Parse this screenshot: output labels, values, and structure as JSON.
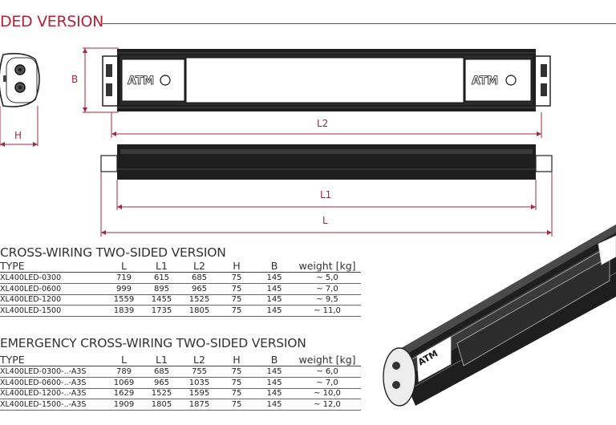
{
  "header": {
    "title": "DED VERSION"
  },
  "dimensions": {
    "B": "B",
    "H": "H",
    "L2": "L2",
    "L1": "L1",
    "L": "L"
  },
  "brand": {
    "logo_text": "ATM"
  },
  "table1": {
    "title": "CROSS-WIRING TWO-SIDED VERSION",
    "columns": [
      "TYPE",
      "L",
      "L1",
      "L2",
      "H",
      "B",
      "weight [kg]"
    ],
    "rows": [
      [
        "XL400LED-0300",
        "719",
        "615",
        "685",
        "75",
        "145",
        "~ 5,0"
      ],
      [
        "XL400LED-0600",
        "999",
        "895",
        "965",
        "75",
        "145",
        "~ 7,0"
      ],
      [
        "XL400LED-1200",
        "1559",
        "1455",
        "1525",
        "75",
        "145",
        "~ 9,5"
      ],
      [
        "XL400LED-1500",
        "1839",
        "1735",
        "1805",
        "75",
        "145",
        "~ 11,0"
      ]
    ]
  },
  "table2": {
    "title": "EMERGENCY CROSS-WIRING TWO-SIDED VERSION",
    "columns": [
      "TYPE",
      "L",
      "L1",
      "L2",
      "H",
      "B",
      "weight [kg]"
    ],
    "rows": [
      [
        "XL400LED-0300-..-A3S",
        "789",
        "685",
        "755",
        "75",
        "145",
        "~ 6,0"
      ],
      [
        "XL400LED-0600-..-A3S",
        "1069",
        "965",
        "1035",
        "75",
        "145",
        "~ 7,0"
      ],
      [
        "XL400LED-1200-..-A3S",
        "1629",
        "1525",
        "1595",
        "75",
        "145",
        "~ 10,0"
      ],
      [
        "XL400LED-1500-..-A3S",
        "1909",
        "1805",
        "1875",
        "75",
        "145",
        "~ 12,0"
      ]
    ]
  },
  "colors": {
    "accent": "#b0243a",
    "housing": "#1e1e1e"
  }
}
